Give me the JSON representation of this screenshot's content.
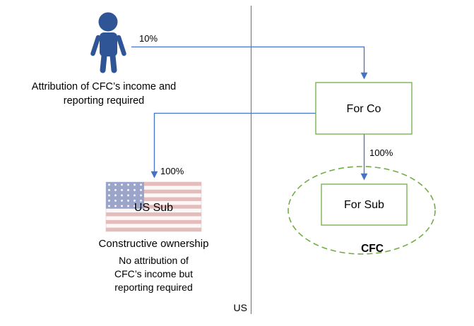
{
  "diagram": {
    "nodes": {
      "forco": "For Co",
      "forsub": "For Sub",
      "ussub": "US Sub"
    },
    "labels": {
      "pct_person_to_forco": "10%",
      "pct_forco_to_ussub": "100%",
      "pct_forco_to_forsub": "100%",
      "cfc": "CFC",
      "us": "US"
    },
    "captions": {
      "attribution_line1": "Attribution of CFC’s income and",
      "attribution_line2": "reporting required",
      "constructive": "Constructive ownership",
      "noattr_line1": "No attribution of",
      "noattr_line2": "CFC’s income but",
      "noattr_line3": "reporting required"
    },
    "colors": {
      "arrow_blue": "#4472C4",
      "person_blue": "#2F5597",
      "box_green": "#70AD47",
      "cfc_green": "#70AD47",
      "flag_stripe_red": "#e4bcbc",
      "flag_white": "#fdf8f8",
      "flag_canton_blue": "#9aa5c9",
      "text_black": "#000000"
    }
  }
}
